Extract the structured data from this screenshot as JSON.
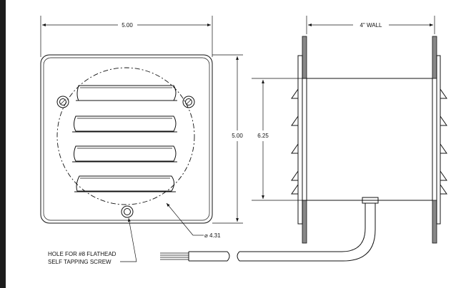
{
  "drawing": {
    "dim_width": "5.00",
    "dim_height": "5.00",
    "dim_wall": "4\" WALL",
    "dim_duct": "6.25",
    "dim_circle": "4.31",
    "diameter_symbol": "⌀",
    "note_line1": "HOLE FOR #8 FLATHEAD",
    "note_line2": "SELF TAPPING SCREW"
  },
  "colors": {
    "line": "#111111",
    "sidebar": "#1c1c1c",
    "background": "#ffffff"
  }
}
